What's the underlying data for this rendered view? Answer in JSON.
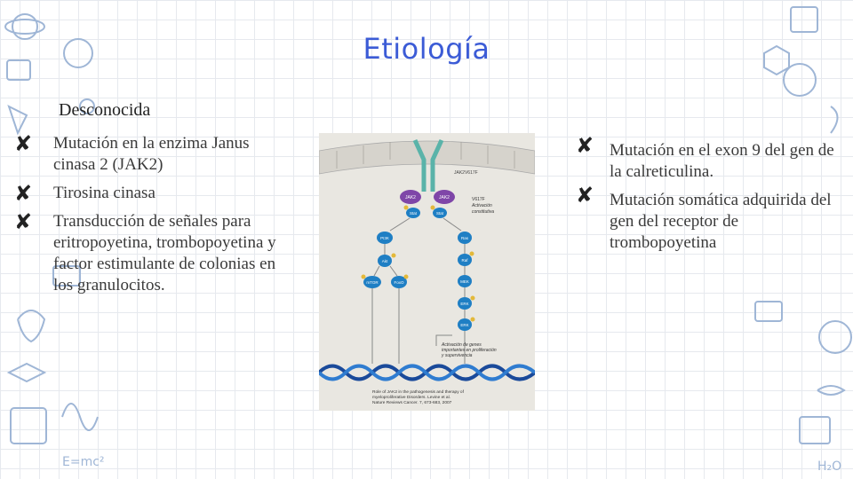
{
  "slide": {
    "title": "Etiología",
    "subtitle": "Desconocida",
    "left_bullets": [
      "Mutación en la enzima Janus cinasa 2 (JAK2)",
      "Tirosina cinasa",
      "Transducción de señales para eritropoyetina, trombopoyetina y factor estimulante de colonias en los granulocitos."
    ],
    "right_bullets": [
      "Mutación en el exon 9 del gen de la calreticulina.",
      "Mutación somática adquirida del gen del receptor de trombopoyetina"
    ],
    "bullet_icon": "cross-mark-icon",
    "accent_color": "#3b5bd6"
  },
  "figure": {
    "labels": {
      "jak2_left": "JAK2",
      "jak2_right": "JAK2",
      "stat_left": "Stat",
      "stat_right": "Stat",
      "receptor": "JAK2V617F",
      "mutation": "V617F",
      "activation_1": "Activación",
      "activation_2": "constitutiva",
      "pi3k": "PI3K",
      "akt": "Akt",
      "mtor": "mTOR",
      "foxo": "FoxO",
      "ras": "Ras",
      "raf": "Raf",
      "mek": "MEK",
      "erk1": "ERK",
      "erk2": "ERK",
      "genes_1": "Activación de genes",
      "genes_2": "importantes en proliferación",
      "genes_3": "y supervivencia",
      "caption_1": "Role of JAK2 in the pathogenesis and therapy of",
      "caption_2": "myeloproliferative Disorders. Levine et al.",
      "caption_3": "Nature Reviews Cancer. 7, 673-683, 2007"
    }
  }
}
